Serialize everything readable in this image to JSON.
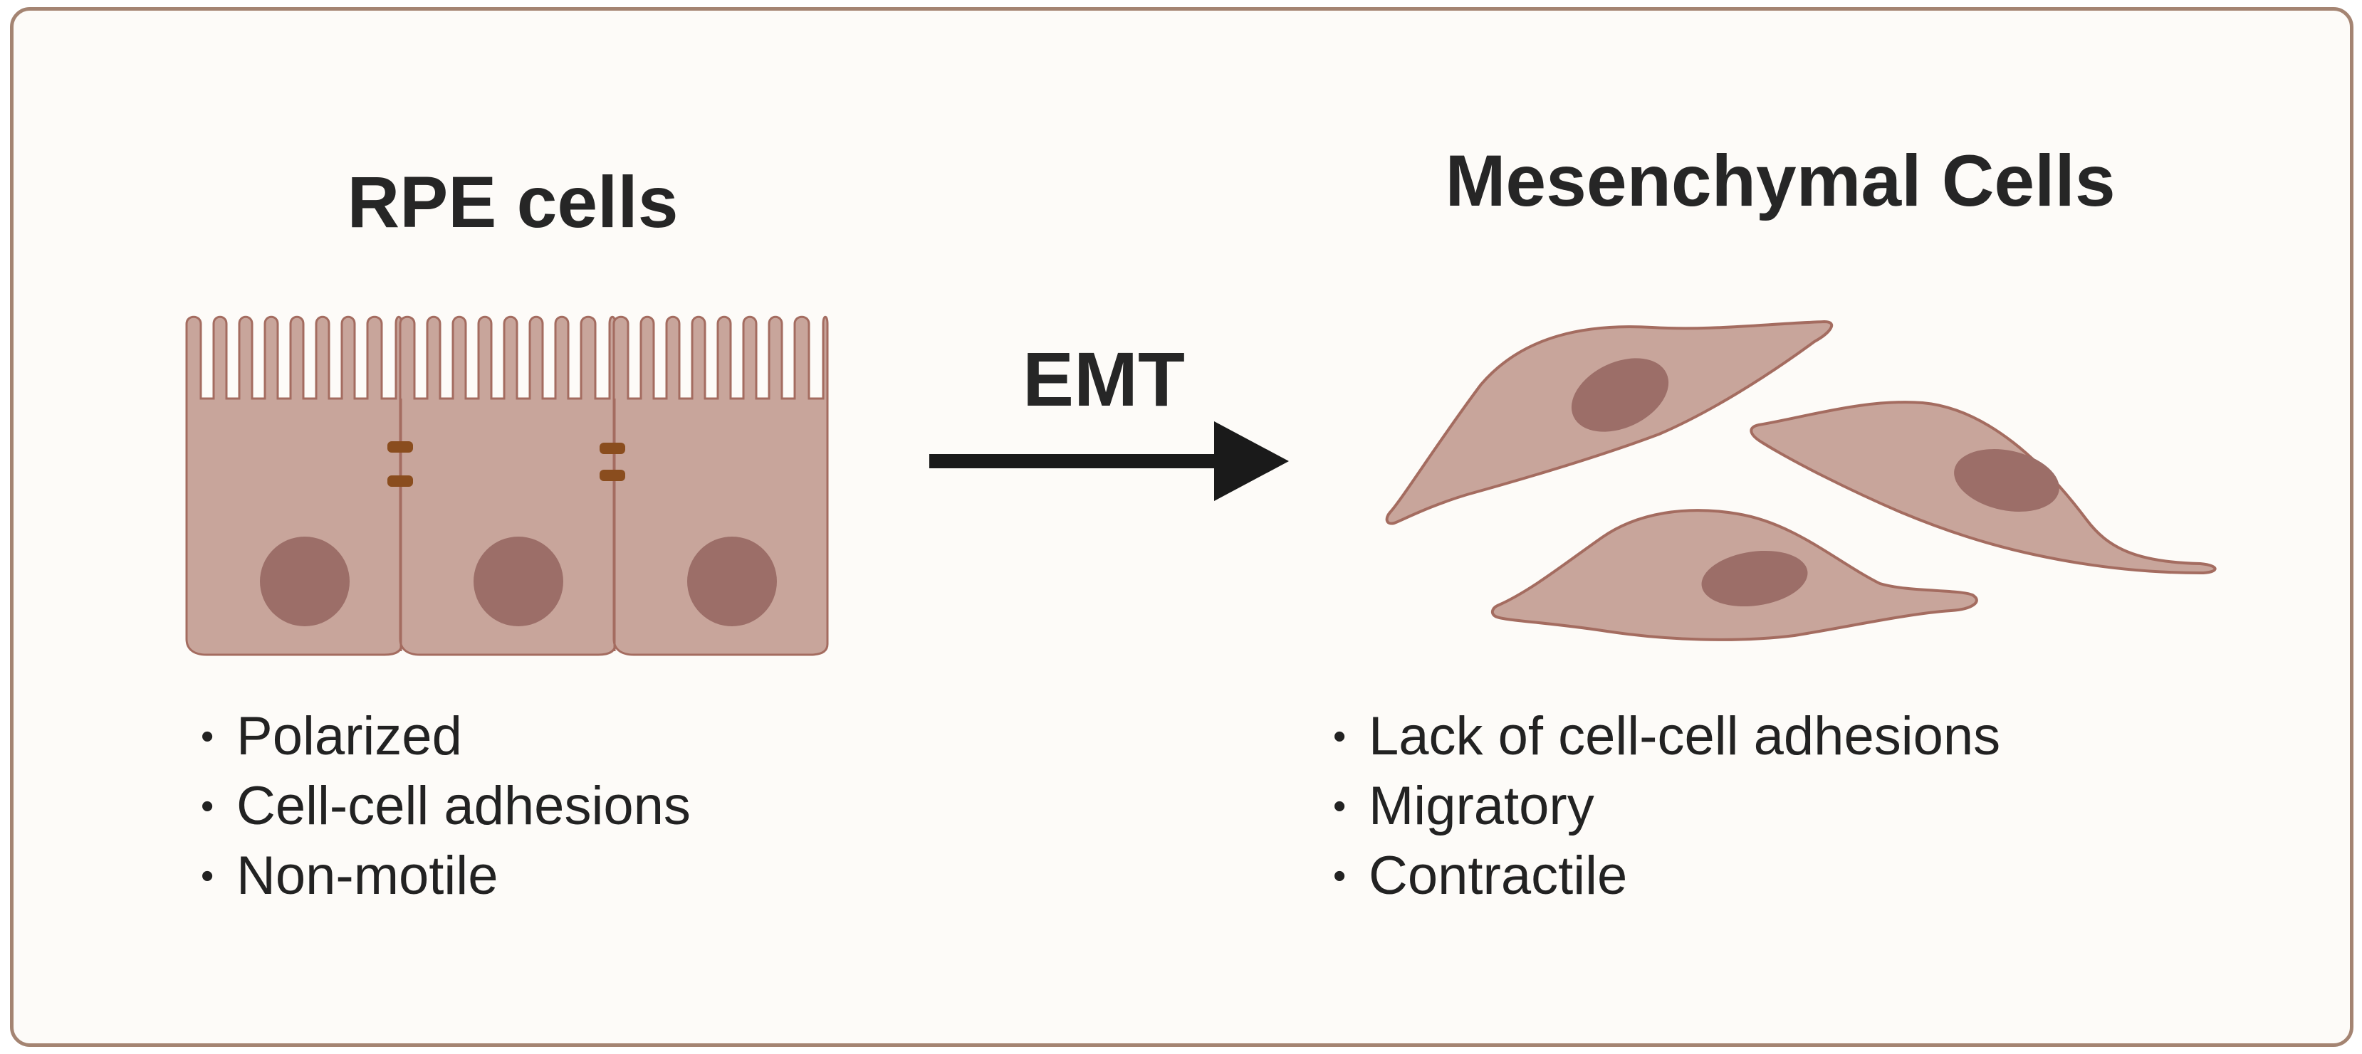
{
  "rpe": {
    "title": "RPE cells",
    "features": [
      "Polarized",
      "Cell-cell adhesions",
      "Non-motile"
    ]
  },
  "transition": {
    "label": "EMT"
  },
  "mesenchymal": {
    "title": "Mesenchymal Cells",
    "features": [
      "Lack of cell-cell adhesions",
      "Migratory",
      "Contractile"
    ]
  },
  "colors": {
    "frame": "#a48472",
    "background": "#fdfbf8",
    "cell_fill": "#c8a59b",
    "cell_outline": "#a46c60",
    "nucleus": "#9c6e68",
    "junction": "#8a4d1e",
    "arrow": "#1a1a1a"
  }
}
